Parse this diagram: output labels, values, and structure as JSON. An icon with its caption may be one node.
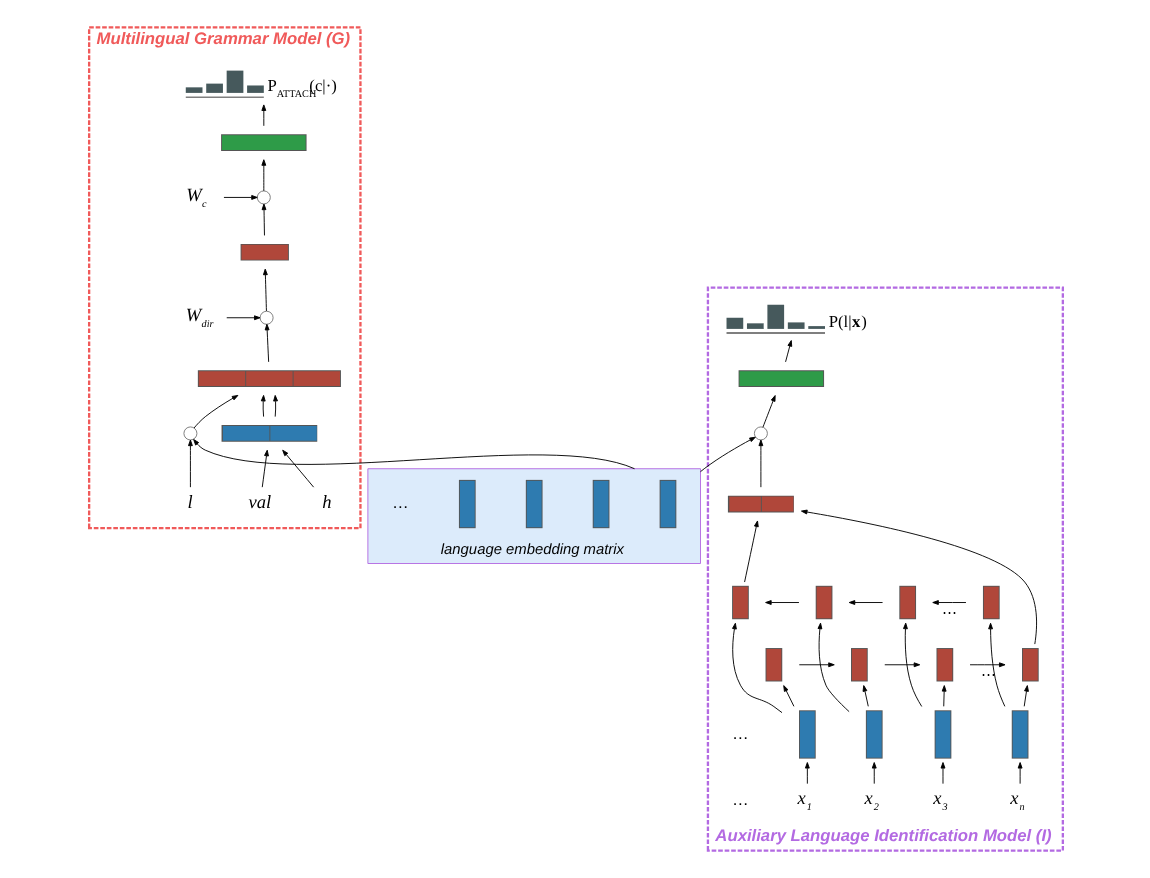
{
  "diagram": {
    "nodes": [
      {
        "text": [
          "Multilingual Grammar Model (G)"
        ]
      },
      {
        "text": [
          "Auxiliary Language Identification Model (I)"
        ]
      },
      {
        "text": [],
        "shape": "chart",
        "in": 0,
        "beside": [
          "P$_{ATTACH}$(c|·)"
        ]
      },
      {
        "text": [],
        "shape": "bar",
        "in": 0
      },
      {
        "text": [],
        "shape": "circle",
        "in": 0
      },
      {
        "text": [],
        "shape": "bar",
        "in": 0
      },
      {
        "text": [],
        "shape": "circle",
        "in": 0
      },
      {
        "text": [],
        "shape": "bar",
        "in": 0
      },
      {
        "text": [],
        "shape": "bar",
        "in": 0
      },
      {
        "text": [
          "h"
        ],
        "in": 0
      },
      {
        "text": [
          "val"
        ],
        "in": 0
      },
      {
        "text": [],
        "shape": "circle",
        "in": 0
      },
      {
        "text": [
          "l"
        ],
        "in": 0
      },
      {
        "text": [
          "W$_{c}$"
        ],
        "in": 0
      },
      {
        "text": [
          "W$_{dir}$"
        ],
        "in": 0
      },
      {
        "text": [
          "language embedding matrix"
        ]
      },
      {
        "text": [],
        "shape": "bar",
        "in": 15
      },
      {
        "text": [],
        "shape": "bar",
        "in": 15
      },
      {
        "text": [],
        "shape": "bar",
        "in": 15
      },
      {
        "text": [],
        "shape": "bar",
        "in": 15
      },
      {
        "text": [],
        "shape": "chart",
        "in": 1,
        "beside": [
          "P(l|**x**)"
        ]
      },
      {
        "text": [],
        "shape": "bar",
        "in": 1
      },
      {
        "text": [],
        "shape": "circle",
        "in": 1
      },
      {
        "text": [],
        "shape": "bar",
        "in": 1
      },
      {
        "text": [],
        "shape": "bar",
        "in": 1
      },
      {
        "text": [],
        "shape": "bar",
        "in": 1
      },
      {
        "text": [],
        "shape": "bar",
        "in": 1
      },
      {
        "text": [],
        "shape": "bar",
        "in": 1
      },
      {
        "text": [],
        "shape": "bar",
        "in": 1
      },
      {
        "text": [],
        "shape": "bar",
        "in": 1
      },
      {
        "text": [],
        "shape": "bar",
        "in": 1
      },
      {
        "text": [],
        "shape": "bar",
        "in": 1
      },
      {
        "text": [],
        "shape": "bar",
        "in": 1
      },
      {
        "text": [],
        "shape": "bar",
        "in": 1
      },
      {
        "text": [],
        "shape": "bar",
        "in": 1
      },
      {
        "text": [],
        "shape": "bar",
        "in": 1
      },
      {
        "text": [
          "x$_{1}$"
        ],
        "in": 1
      },
      {
        "text": [
          "x$_{2}$"
        ],
        "in": 1
      },
      {
        "text": [
          "x$_{3}$"
        ],
        "in": 1
      },
      {
        "text": [
          "x$_{n}$"
        ],
        "in": 1
      }
    ],
    "edges": [
      {
        "from": 9,
        "to": 8,
        "arrow": "to"
      },
      {
        "from": 10,
        "to": 8,
        "arrow": "to"
      },
      {
        "from": 8,
        "to": 7,
        "arrow": "to"
      },
      {
        "from": 8,
        "to": 7,
        "arrow": "to"
      },
      {
        "from": 7,
        "to": 6,
        "arrow": "to"
      },
      {
        "from": 14,
        "to": 6,
        "arrow": "to"
      },
      {
        "from": 6,
        "to": 5,
        "arrow": "to"
      },
      {
        "from": 5,
        "to": 4,
        "arrow": "to"
      },
      {
        "from": 13,
        "to": 4,
        "arrow": "to"
      },
      {
        "from": 4,
        "to": 3,
        "arrow": "to"
      },
      {
        "from": 3,
        "to": 2,
        "arrow": "to"
      },
      {
        "from": 12,
        "to": 11,
        "arrow": "to"
      },
      {
        "from": 15,
        "to": 11,
        "arrow": "to"
      },
      {
        "from": 11,
        "to": 7,
        "arrow": "to"
      },
      {
        "from": 15,
        "to": 22,
        "arrow": "to"
      },
      {
        "from": 36,
        "to": 32,
        "arrow": "to"
      },
      {
        "from": 37,
        "to": 33,
        "arrow": "to"
      },
      {
        "from": 38,
        "to": 34,
        "arrow": "to"
      },
      {
        "from": 39,
        "to": 35,
        "arrow": "to"
      },
      {
        "from": 32,
        "to": 28,
        "arrow": "to"
      },
      {
        "from": 33,
        "to": 29,
        "arrow": "to"
      },
      {
        "from": 34,
        "to": 30,
        "arrow": "to"
      },
      {
        "from": 35,
        "to": 31,
        "arrow": "to"
      },
      {
        "from": 28,
        "to": 29,
        "arrow": "to"
      },
      {
        "from": 29,
        "to": 30,
        "arrow": "to"
      },
      {
        "from": 30,
        "to": 31,
        "label": "⋯",
        "arrow": "to"
      },
      {
        "from": 27,
        "to": 26,
        "label": "⋯",
        "arrow": "to"
      },
      {
        "from": 26,
        "to": 25,
        "arrow": "to"
      },
      {
        "from": 25,
        "to": 24,
        "arrow": "to"
      },
      {
        "from": 32,
        "to": 24,
        "arrow": "to"
      },
      {
        "from": 33,
        "to": 25,
        "arrow": "to"
      },
      {
        "from": 34,
        "to": 26,
        "arrow": "to"
      },
      {
        "from": 35,
        "to": 27,
        "arrow": "to"
      },
      {
        "from": 24,
        "to": 23,
        "arrow": "to"
      },
      {
        "from": 31,
        "to": 23,
        "arrow": "to"
      },
      {
        "from": 23,
        "to": 22,
        "arrow": "to"
      },
      {
        "from": 22,
        "to": 21,
        "arrow": "to"
      },
      {
        "from": 21,
        "to": 20,
        "arrow": "to"
      }
    ],
    "labels": [
      "…",
      "…",
      "…"
    ]
  }
}
